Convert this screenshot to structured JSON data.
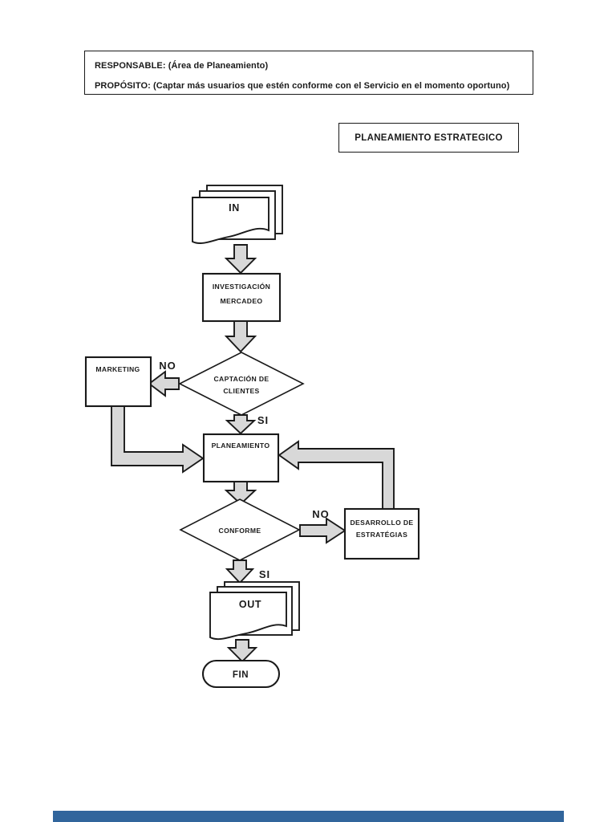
{
  "page": {
    "background": "#ffffff"
  },
  "header": {
    "responsable_label": "RESPONSABLE",
    "responsable_value": ": (Área de Planeamiento)",
    "proposito_label": "PROPÓSITO",
    "proposito_value": ": (Captar más usuarios que estén conforme con el Servicio en el momento oportuno)"
  },
  "title_box": {
    "label": "PLANEAMIENTO ESTRATEGICO"
  },
  "flowchart": {
    "colors": {
      "arrow_fill": "#d8d8d8",
      "stroke": "#1a1a1a",
      "shape_fill": "#ffffff",
      "footer_bar": "#31659c"
    },
    "nodes": {
      "in_doc": {
        "type": "multidocument",
        "label": "IN"
      },
      "investigacion": {
        "type": "process",
        "line1": "INVESTIGACIÓN",
        "line2": "MERCADEO"
      },
      "captacion": {
        "type": "decision",
        "line1": "CAPTACIÓN DE",
        "line2": "CLIENTES"
      },
      "marketing": {
        "type": "process",
        "label": "MARKETING"
      },
      "planeamiento": {
        "type": "process",
        "label": "PLANEAMIENTO"
      },
      "conforme": {
        "type": "decision",
        "label": "CONFORME"
      },
      "desarrollo": {
        "type": "process",
        "line1": "DESARROLLO DE",
        "line2": "ESTRATÉGIAS"
      },
      "out_doc": {
        "type": "multidocument",
        "label": "OUT"
      },
      "fin": {
        "type": "terminator",
        "label": "FIN"
      }
    },
    "edge_labels": {
      "captacion_no": "NO",
      "captacion_si": "SI",
      "conforme_no": "NO",
      "conforme_si": "SI"
    }
  }
}
